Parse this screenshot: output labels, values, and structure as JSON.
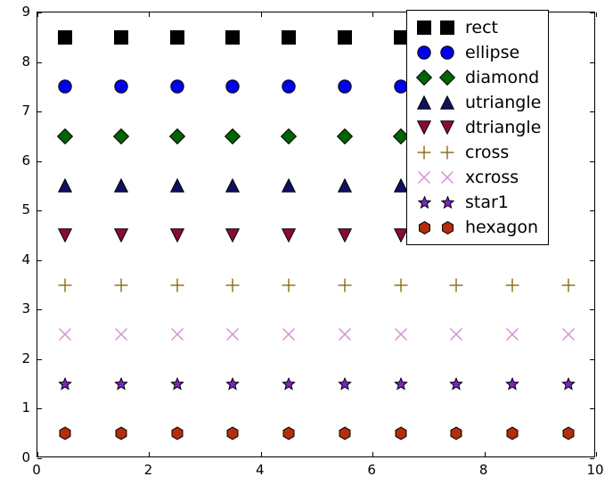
{
  "chart_data": {
    "type": "scatter",
    "title": "",
    "xlabel": "",
    "ylabel": "",
    "xlim": [
      0,
      10
    ],
    "ylim": [
      0,
      9
    ],
    "grid": false,
    "legend_position": "upper right",
    "legend_numpoints": 2,
    "xticks": [
      0,
      2,
      4,
      6,
      8,
      10
    ],
    "yticks": [
      0,
      1,
      2,
      3,
      4,
      5,
      6,
      7,
      8,
      9
    ],
    "xticklabels": [
      "0",
      "2",
      "4",
      "6",
      "8",
      "10"
    ],
    "yticklabels": [
      "0",
      "1",
      "2",
      "3",
      "4",
      "5",
      "6",
      "7",
      "8",
      "9"
    ],
    "series": [
      {
        "name": "rect",
        "marker": "square",
        "facecolor": "#000000",
        "edgecolor": "#000000",
        "size": 16,
        "y": 8.5,
        "x": [
          0.5,
          1.5,
          2.5,
          3.5,
          4.5,
          5.5,
          6.5
        ]
      },
      {
        "name": "ellipse",
        "marker": "circle",
        "facecolor": "#0000ee",
        "edgecolor": "#000000",
        "size": 16,
        "y": 7.5,
        "x": [
          0.5,
          1.5,
          2.5,
          3.5,
          4.5,
          5.5,
          6.5
        ]
      },
      {
        "name": "diamond",
        "marker": "diamond",
        "facecolor": "#006400",
        "edgecolor": "#000000",
        "size": 18,
        "y": 6.5,
        "x": [
          0.5,
          1.5,
          2.5,
          3.5,
          4.5,
          5.5,
          6.5
        ]
      },
      {
        "name": "utriangle",
        "marker": "triangle-up",
        "facecolor": "#101060",
        "edgecolor": "#000000",
        "size": 16,
        "y": 5.5,
        "x": [
          0.5,
          1.5,
          2.5,
          3.5,
          4.5,
          5.5,
          6.5
        ]
      },
      {
        "name": "dtriangle",
        "marker": "triangle-down",
        "facecolor": "#8b0a3c",
        "edgecolor": "#000000",
        "size": 16,
        "y": 4.5,
        "x": [
          0.5,
          1.5,
          2.5,
          3.5,
          4.5,
          5.5,
          6.5
        ]
      },
      {
        "name": "cross",
        "marker": "plus",
        "facecolor": "none",
        "edgecolor": "#8b6914",
        "size": 16,
        "y": 3.5,
        "x": [
          0.5,
          1.5,
          2.5,
          3.5,
          4.5,
          5.5,
          6.5,
          7.5,
          8.5,
          9.5
        ]
      },
      {
        "name": "xcross",
        "marker": "x",
        "facecolor": "none",
        "edgecolor": "#d58fd5",
        "size": 16,
        "y": 2.5,
        "x": [
          0.5,
          1.5,
          2.5,
          3.5,
          4.5,
          5.5,
          6.5,
          7.5,
          8.5,
          9.5
        ]
      },
      {
        "name": "star1",
        "marker": "star5",
        "facecolor": "#7b25c6",
        "edgecolor": "#000000",
        "size": 15,
        "y": 1.5,
        "x": [
          0.5,
          1.5,
          2.5,
          3.5,
          4.5,
          5.5,
          6.5,
          7.5,
          8.5,
          9.5
        ]
      },
      {
        "name": "hexagon",
        "marker": "hexagon",
        "facecolor": "#b52d0c",
        "edgecolor": "#000000",
        "size": 15,
        "y": 0.5,
        "x": [
          0.5,
          1.5,
          2.5,
          3.5,
          4.5,
          5.5,
          6.5,
          7.5,
          8.5,
          9.5
        ]
      }
    ]
  },
  "legend": {
    "entries": [
      {
        "label": "rect"
      },
      {
        "label": "ellipse"
      },
      {
        "label": "diamond"
      },
      {
        "label": "utriangle"
      },
      {
        "label": "dtriangle"
      },
      {
        "label": "cross"
      },
      {
        "label": "xcross"
      },
      {
        "label": "star1"
      },
      {
        "label": "hexagon"
      }
    ]
  }
}
